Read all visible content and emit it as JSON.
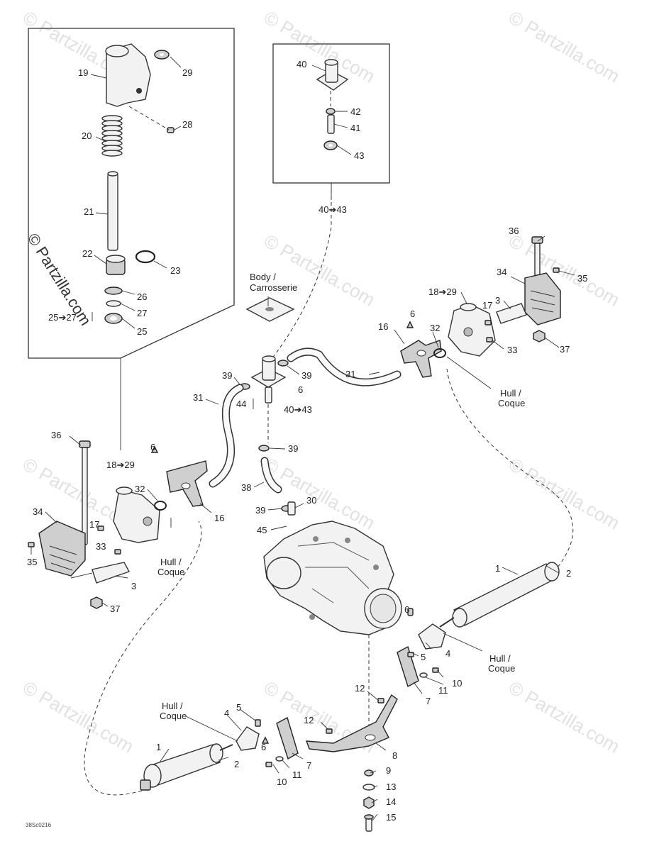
{
  "watermark": {
    "text": "© Partzilla.com",
    "vertical_text": "© Partzilla.com"
  },
  "drawing_code": "38Sc0216",
  "notes": {
    "body": "Body /",
    "carrosserie": "Carrosserie",
    "hull": "Hull /",
    "coque": "Coque"
  },
  "callouts": {
    "c19": "19",
    "c20": "20",
    "c21": "21",
    "c22": "22",
    "c23": "23",
    "c25": "25",
    "c26": "26",
    "c27": "27",
    "c28": "28",
    "c29": "29",
    "r25_27": "25➔27",
    "c40": "40",
    "c41": "41",
    "c42": "42",
    "c43": "43",
    "r40_43": "40➔43",
    "c36": "36",
    "c35": "35",
    "c34": "34",
    "c3": "3",
    "c17": "17",
    "c33": "33",
    "c37": "37",
    "c32": "32",
    "c16": "16",
    "c6": "6",
    "r18_29": "18➔29",
    "c31": "31",
    "c39": "39",
    "c44": "44",
    "c38": "38",
    "c30": "30",
    "c45": "45",
    "c1": "1",
    "c2": "2",
    "c4": "4",
    "c5": "5",
    "c7": "7",
    "c8": "8",
    "c9": "9",
    "c10": "10",
    "c11": "11",
    "c12": "12",
    "c13": "13",
    "c14": "14",
    "c15": "15"
  }
}
